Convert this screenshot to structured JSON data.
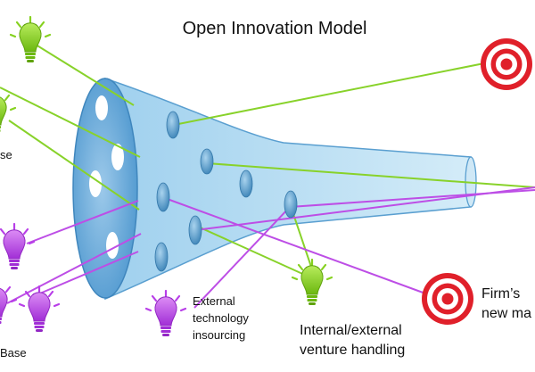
{
  "title": "Open Innovation Model",
  "labels": {
    "left_base_upper": "se",
    "left_base_lower": "Base",
    "external_tech": [
      "External",
      "technology",
      "insourcing"
    ],
    "venture": [
      "Internal/external",
      "venture handling"
    ],
    "firms_new_market": [
      "Firm’s",
      "new ma"
    ]
  },
  "colors": {
    "funnel_fill": "#bfe0f3",
    "funnel_stroke": "#5a9fd0",
    "green_line": "#88d22a",
    "magenta_line": "#bd4ee6",
    "green_bulb": "#86d11f",
    "purple_bulb": "#b83ee8",
    "target_red": "#e0202a"
  },
  "icons": [
    "lightbulb-icon",
    "target-icon"
  ]
}
